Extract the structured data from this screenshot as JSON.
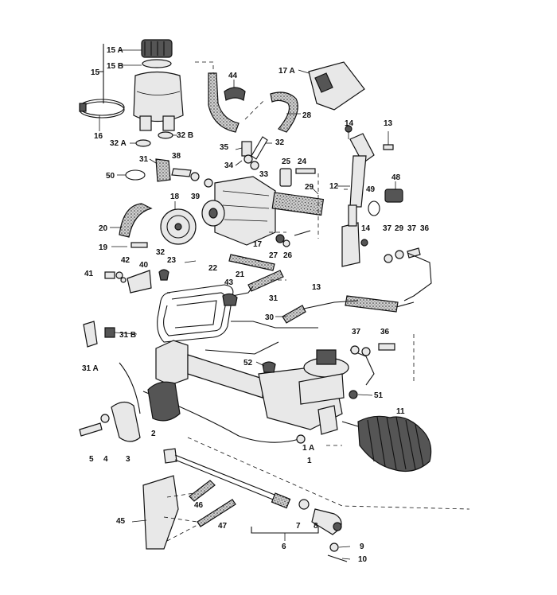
{
  "labels": {
    "l15A": "15 A",
    "l15B": "15 B",
    "l15": "15",
    "l16": "16",
    "l32A": "32 A",
    "l32B": "32 B",
    "l44": "44",
    "l17A": "17 A",
    "l28": "28",
    "l14a": "14",
    "l13a": "13",
    "l35": "35",
    "l32a": "32",
    "l31a": "31",
    "l38": "38",
    "l50": "50",
    "l34": "34",
    "l33": "33",
    "l25": "25",
    "l24": "24",
    "l39": "39",
    "l48": "48",
    "l12": "12",
    "l49": "49",
    "l18": "18",
    "l29a": "29",
    "l20": "20",
    "l19": "19",
    "l17": "17",
    "l14b": "14",
    "l37a": "37",
    "l29b": "29",
    "l37b": "37",
    "l36a": "36",
    "l27": "27",
    "l26": "26",
    "l42": "42",
    "l40": "40",
    "l32b": "32",
    "l23": "23",
    "l22": "22",
    "l21": "21",
    "l41": "41",
    "l13b": "13",
    "l43": "43",
    "l31b": "31",
    "l30": "30",
    "l31B": "31 B",
    "l37c": "37",
    "l36b": "36",
    "l31A": "31 A",
    "l52": "52",
    "l51": "51",
    "l11": "11",
    "l2": "2",
    "l1A": "1 A",
    "l1": "1",
    "l5": "5",
    "l4": "4",
    "l3": "3",
    "l46": "46",
    "l45": "45",
    "l47": "47",
    "l7": "7",
    "l8": "8",
    "l6": "6",
    "l9": "9",
    "l10": "10"
  }
}
